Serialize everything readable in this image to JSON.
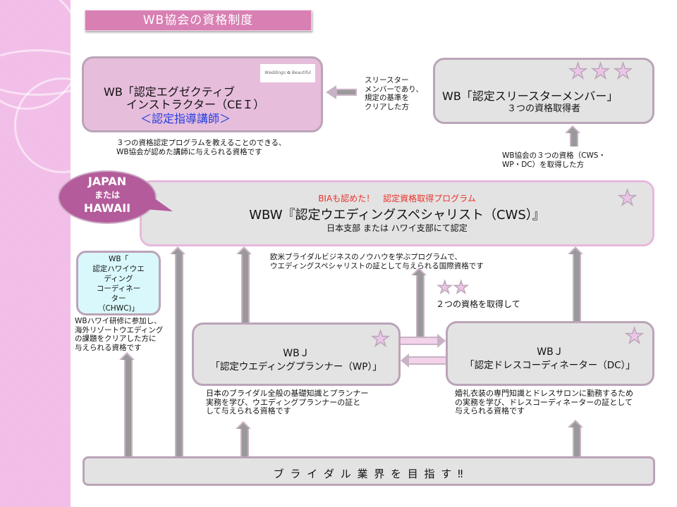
{
  "title": "WB協会の資格制度",
  "cei": {
    "line1": "WB「認定エグゼクティブ",
    "line2": "インストラクター（CEＩ）",
    "line3": "＜認定指導講師＞",
    "logo_text": "Weddings ✿ Beautiful",
    "desc": "３つの資格認定プログラムを教えることのできる、\nWB協会が認めた講師に与えられる資格です"
  },
  "threestar": {
    "line1": "WB「認定スリースターメンバー」",
    "line2": "３つの資格取得者",
    "stars": 3,
    "side_note": "スリースター\nメンバーであり、\n規定の基準を\nクリアした方",
    "below_note": "WB協会の３つの資格（CWS・\nWP・DC）を取得した方"
  },
  "bubble": {
    "line1": "JAPAN",
    "line2": "または",
    "line3": "HAWAII"
  },
  "cws": {
    "tagline": "BIAも認めた！　認定資格取得プログラム",
    "title": "WBW『認定ウエディングスペシャリスト（CWS）』",
    "subtitle": "日本支部 または ハワイ支部にて認定",
    "stars": 1,
    "desc": "欧米ブライダルビジネスのノウハウを学ぶプログラムで、\nウエディングスペシャリストの証として与えられる国際資格です"
  },
  "chwc": {
    "text": "WB「\n認定ハワイウエ\nディング\nコーディネー\nター\n（CHWC)」",
    "desc": "WBハワイ研修に参加し、\n海外リゾートウエディング\nの課題をクリアした方に\n与えられる資格です"
  },
  "two_star_note": {
    "stars": 2,
    "text": "２つの資格を取得して"
  },
  "wp": {
    "line1": "WBＪ",
    "line2": "「認定ウエディングプランナー（WP）」",
    "stars": 1,
    "desc": "日本のブライダル全般の基礎知識とプランナー\n実務を学び、ウエディングプランナーの証と\nして与えられる資格です"
  },
  "dc": {
    "line1": "WBＪ",
    "line2": "「認定ドレスコーディネーター（DC）」",
    "stars": 1,
    "desc": "婚礼衣装の専門知識とドレスサロンに勤務するため\nの実務を学び、ドレスコーディネーターの証として\n与えられる資格です"
  },
  "bottom": {
    "text": "ブ ラ イ ダ ル 業 界 を 目 指 す ‼"
  },
  "colors": {
    "title_bg": "#d87fb3",
    "tagline": "#e8332b",
    "cei_sub": "#1f3ee0",
    "bubble": "#b45b9b",
    "box_border": "#bba4b8",
    "sidebar": "#f0b8e6"
  }
}
